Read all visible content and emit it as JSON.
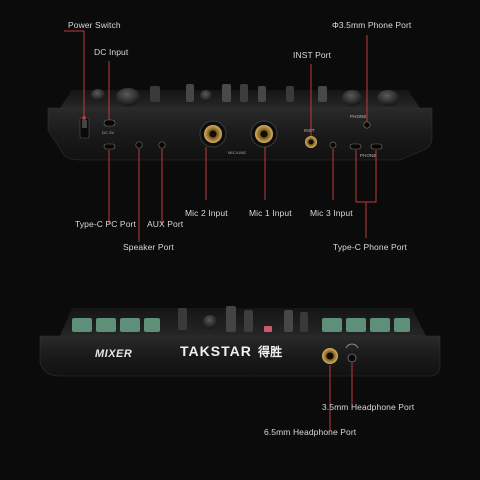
{
  "labels": {
    "power_switch": "Power Switch",
    "dc_input": "DC Input",
    "phone_port_35": "Φ3.5mm Phone Port",
    "inst_port": "INST Port",
    "typec_pc_port": "Type-C PC Port",
    "aux_port": "AUX Port",
    "speaker_port": "Speaker Port",
    "mic2_input": "Mic 2 Input",
    "mic1_input": "Mic 1 Input",
    "mic3_input": "Mic 3 Input",
    "typec_phone_port": "Type-C Phone Port",
    "headphone_35": "3.5mm Headphone Port",
    "headphone_65": "6.5mm Headphone Port"
  },
  "device": {
    "brand": "TAKSTAR",
    "brand_cn": "得胜",
    "model": "MIXER"
  },
  "panel_marks": {
    "phone": "PHONE",
    "inst": "INST",
    "mic_combo": "MIC/LINE",
    "dc": "DC 5V"
  },
  "colors": {
    "background": "#0b0b0b",
    "device_body": "#1c1c1c",
    "leader_line": "#c23a3a",
    "label_text": "#d9d9d9",
    "accent_green": "#5e8f78"
  }
}
